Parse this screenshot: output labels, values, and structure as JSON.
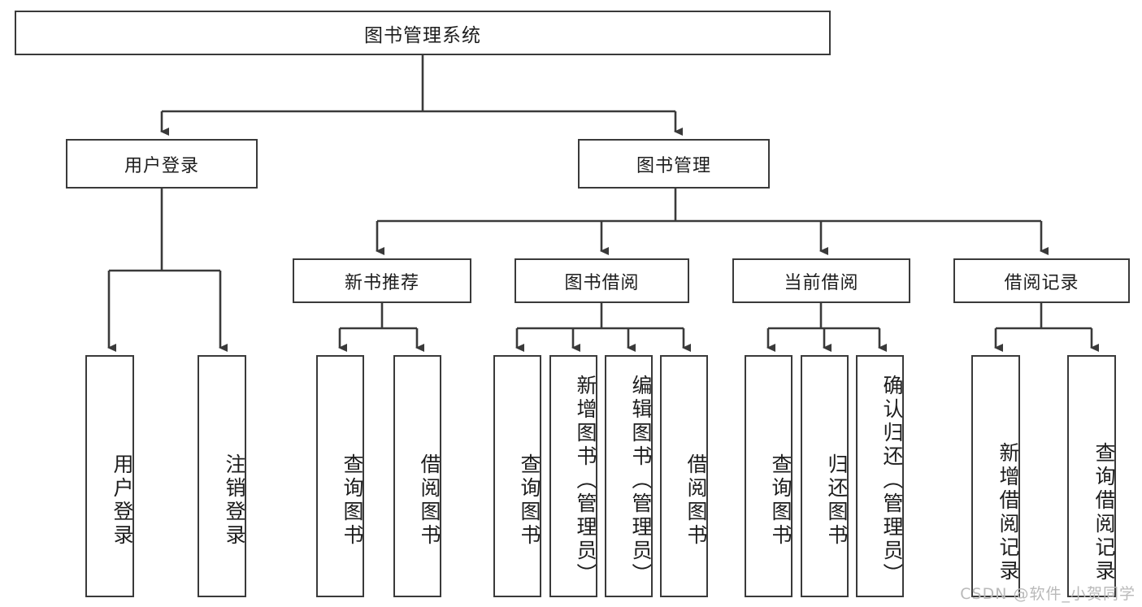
{
  "diagram": {
    "type": "tree",
    "title": "图书管理系统",
    "levels": 4,
    "root": {
      "id": "root",
      "label": "图书管理系统"
    },
    "level2": [
      {
        "id": "user-login",
        "label": "用户登录"
      },
      {
        "id": "book-manage",
        "label": "图书管理"
      }
    ],
    "level3": [
      {
        "id": "new-book-recommend",
        "label": "新书推荐"
      },
      {
        "id": "book-borrow",
        "label": "图书借阅"
      },
      {
        "id": "current-borrow",
        "label": "当前借阅"
      },
      {
        "id": "borrow-record",
        "label": "借阅记录"
      }
    ],
    "leaves": {
      "user_login": [
        {
          "id": "leaf-user-login",
          "label": "用户登录"
        },
        {
          "id": "leaf-logout-login",
          "label": "注销登录"
        }
      ],
      "new_book_recommend": [
        {
          "id": "leaf-query-book-1",
          "label": "查询图书"
        },
        {
          "id": "leaf-borrow-book-1",
          "label": "借阅图书"
        }
      ],
      "book_borrow": [
        {
          "id": "leaf-query-book-2",
          "label": "查询图书"
        },
        {
          "id": "leaf-add-book",
          "label": "新增图书（管理员）"
        },
        {
          "id": "leaf-edit-book",
          "label": "编辑图书（管理员）"
        },
        {
          "id": "leaf-borrow-book-2",
          "label": "借阅图书"
        }
      ],
      "current_borrow": [
        {
          "id": "leaf-query-book-3",
          "label": "查询图书"
        },
        {
          "id": "leaf-return-book",
          "label": "归还图书"
        },
        {
          "id": "leaf-confirm-return",
          "label": "确认归还（管理员）"
        }
      ],
      "borrow_record": [
        {
          "id": "leaf-add-record",
          "label": "新增借阅记录"
        },
        {
          "id": "leaf-query-record",
          "label": "查询借阅记录"
        }
      ]
    }
  },
  "watermark": {
    "text": "CSDN @软件_小贺同学"
  },
  "colors": {
    "background": "#ffffff",
    "box_border": "#3a3a3a",
    "connector": "#3a3a3a",
    "text": "#1d1d1d",
    "watermark": "#b9b9b9"
  }
}
